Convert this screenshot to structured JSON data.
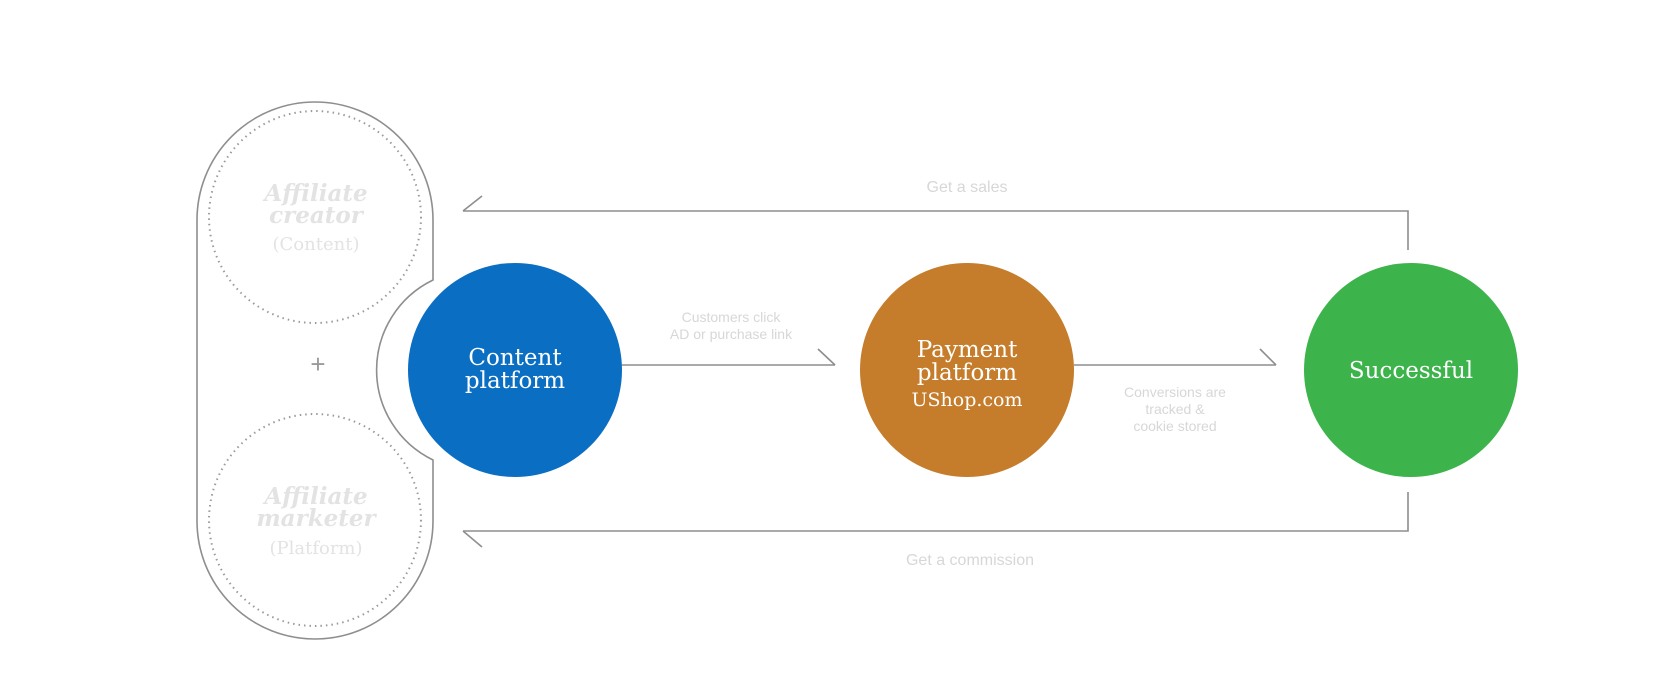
{
  "colors": {
    "content": "#0A6EC3",
    "payment": "#C57C2B",
    "success": "#3CB44B",
    "line": "#8E8E8E",
    "faint_text": "#D7D7D7",
    "faint_label": "#E3E3E3",
    "white": "#FFFFFF"
  },
  "left_group": {
    "creator_title": [
      "Affiliate",
      "creator"
    ],
    "creator_sub": "(Content)",
    "plus": "+",
    "marketer_title": [
      "Affiliate",
      "marketer"
    ],
    "marketer_sub": "(Platform)"
  },
  "nodes": {
    "content": [
      "Content",
      "platform"
    ],
    "payment": [
      "Payment",
      "platform"
    ],
    "payment_sub": "UShop.com",
    "success": "Successful"
  },
  "edges": {
    "click": [
      "Customers click",
      "AD or purchase link"
    ],
    "conversion": [
      "Conversions are",
      "tracked &",
      "cookie stored"
    ],
    "sales": "Get a sales",
    "commission": "Get a commission"
  },
  "icons": [
    "arrow-head-icon",
    "plus-icon"
  ]
}
